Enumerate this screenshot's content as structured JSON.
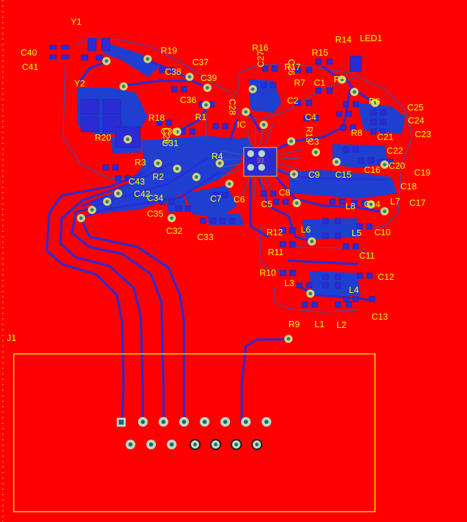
{
  "board": {
    "colors": {
      "plane": "#ff0000",
      "copper": "#2b2bd6",
      "silkscreen": "#ffff00",
      "via_ring": "#d9d07a",
      "pin_hole": "#1f6a6a"
    },
    "ic_label": "IC",
    "ic_center_text": "33",
    "connector_label": "J1",
    "labels": [
      "Y1",
      "C40",
      "C41",
      "Y2",
      "R19",
      "C37",
      "C38",
      "C39",
      "C36",
      "C28",
      "R18",
      "C30",
      "C29",
      "C31",
      "R20",
      "R1",
      "R3",
      "R4",
      "R2",
      "C43",
      "C42",
      "C34",
      "C35",
      "C32",
      "C33",
      "C7",
      "C6",
      "C5",
      "C8",
      "C9",
      "C15",
      "C16",
      "C20",
      "C19",
      "C18",
      "C17",
      "L7",
      "C14",
      "L8",
      "C10",
      "L5",
      "L6",
      "C11",
      "C12",
      "L4",
      "L3",
      "R12",
      "R11",
      "R10",
      "R9",
      "L1",
      "L2",
      "C13",
      "R16",
      "C27",
      "C26",
      "R17",
      "R15",
      "R14",
      "LED1",
      "R7",
      "C1",
      "R5",
      "R6",
      "C2",
      "C4",
      "R13",
      "C3",
      "C25",
      "C24",
      "C23",
      "R8",
      "C21",
      "C22"
    ]
  }
}
